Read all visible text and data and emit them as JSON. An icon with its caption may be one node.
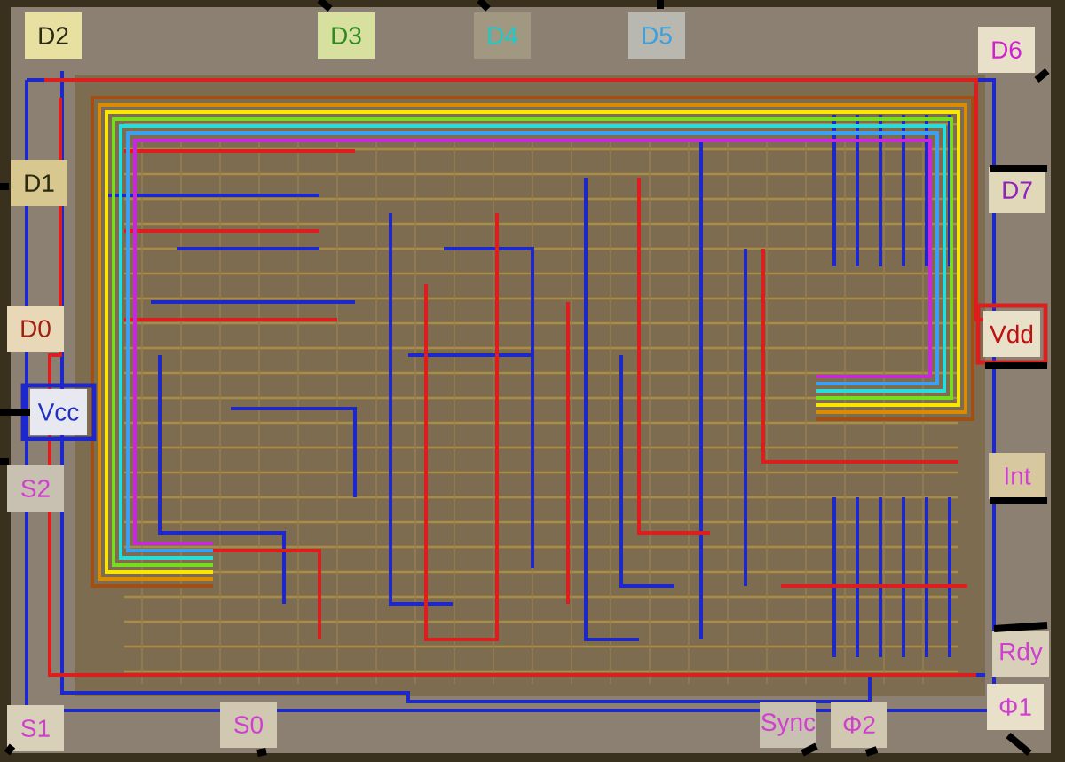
{
  "diagram": {
    "labels": [
      "D2",
      "D3",
      "D4",
      "D5",
      "D6",
      "D1",
      "D7",
      "D0",
      "Vdd",
      "Vcc",
      "Int",
      "S2",
      "Rdy",
      "Φ1",
      "S1",
      "S0",
      "Sync",
      "Φ2"
    ]
  }
}
